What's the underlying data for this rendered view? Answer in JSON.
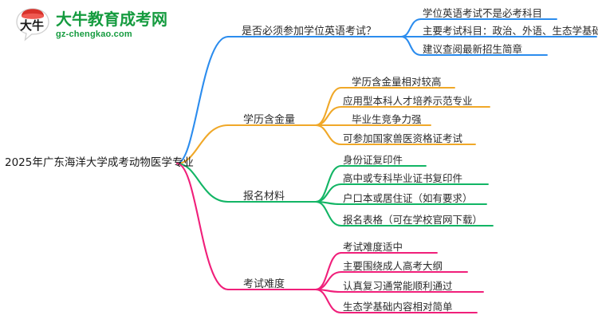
{
  "logo": {
    "mark_text": "大牛",
    "name_cn": "大牛教育成考网",
    "name_en": "gz-chengkao.com",
    "brand_green": "#159b3f",
    "brand_red": "#d8312a"
  },
  "mindmap": {
    "root": {
      "label": "2025年广东海洋大学成考动物医学专业"
    },
    "branches": [
      {
        "label": "是否必须参加学位英语考试？",
        "color": "#2b8cee",
        "children": [
          "学位英语考试不是必考科目",
          "主要考试科目：政治、外语、生态学基础",
          "建议查阅最新招生简章"
        ]
      },
      {
        "label": "学历含金量",
        "color": "#f0a828",
        "children": [
          "学历含金量相对较高",
          "应用型本科人才培养示范专业",
          "毕业生竞争力强",
          "可参加国家兽医资格证考试"
        ]
      },
      {
        "label": "报名材料",
        "color": "#12b565",
        "children": [
          "身份证复印件",
          "高中或专科毕业证书复印件",
          "户口本或居住证（如有要求）",
          "报名表格（可在学校官网下载）"
        ]
      },
      {
        "label": "考试难度",
        "color": "#f01f7a",
        "children": [
          "考试难度适中",
          "主要围绕成人高考大纲",
          "认真复习通常能顺利通过",
          "生态学基础内容相对简单"
        ]
      }
    ]
  }
}
